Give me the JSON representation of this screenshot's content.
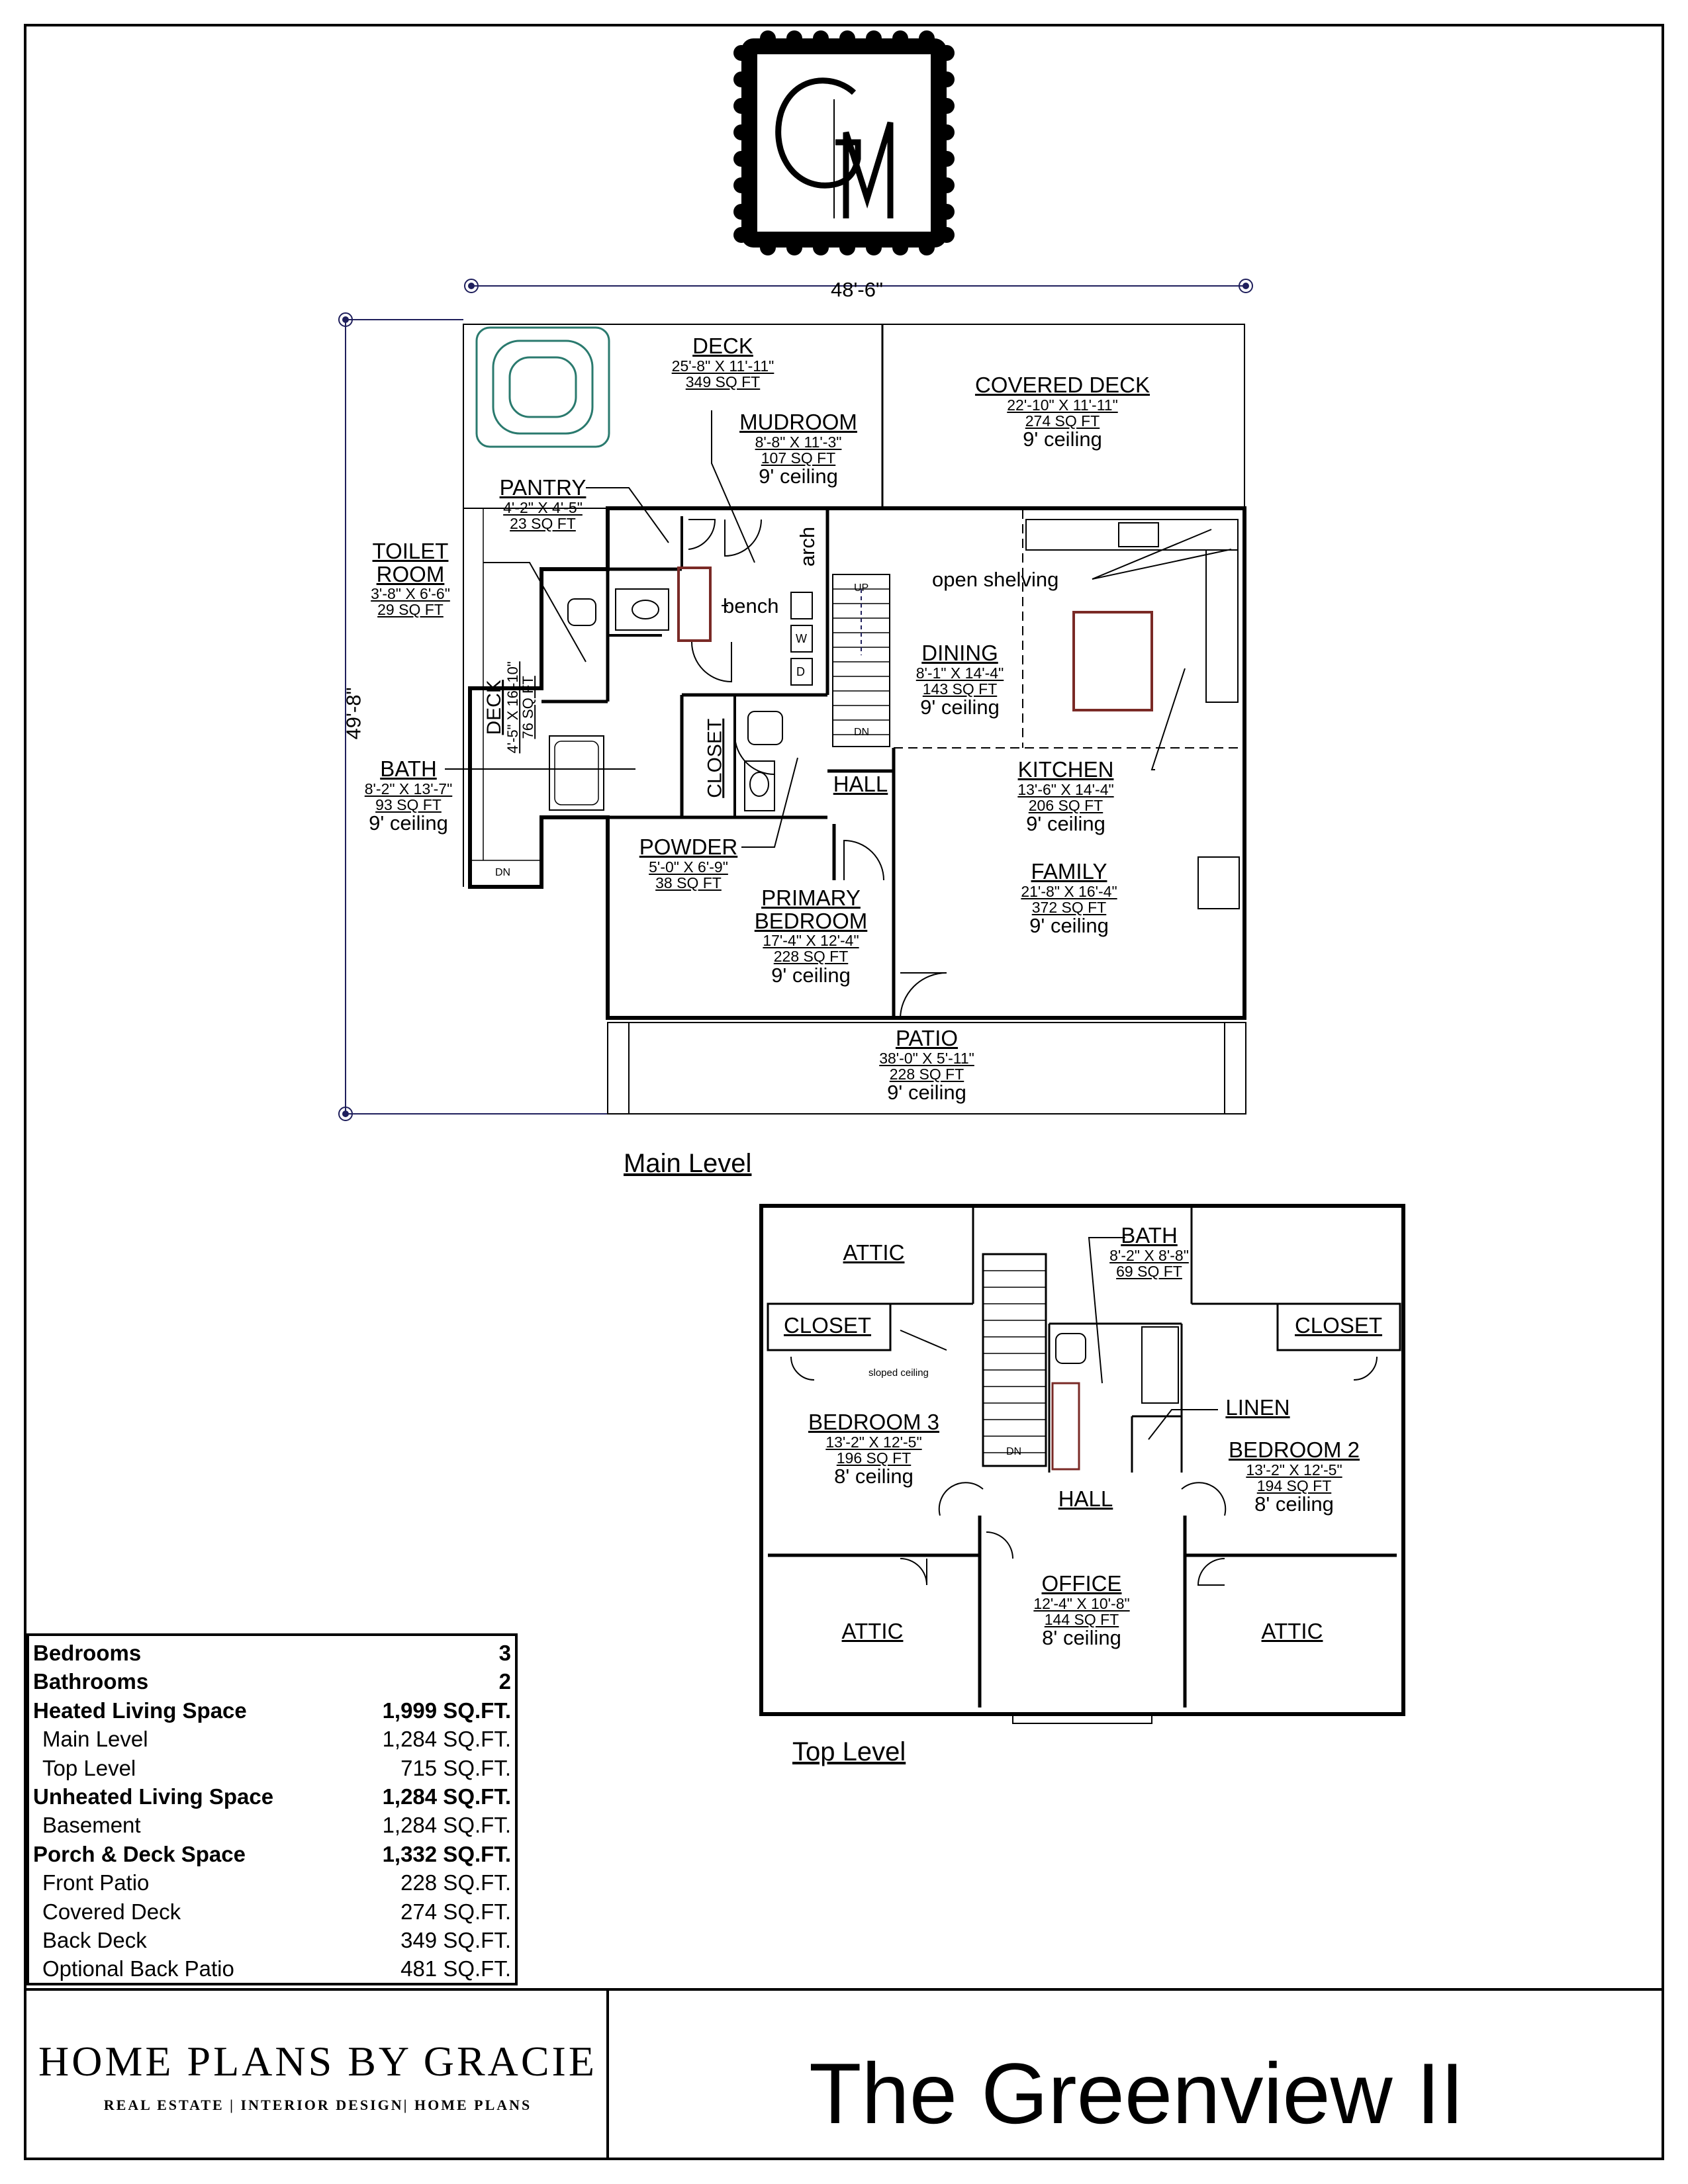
{
  "logo": {
    "monogram": "GM"
  },
  "main_level": {
    "title": "Main Level",
    "width_dim": "48'-6\"",
    "depth_dim": "49'-8\"",
    "rooms": {
      "deck": {
        "name": "DECK",
        "dims": "25'-8\" X 11'-11\"",
        "area": "349 SQ FT"
      },
      "covered_deck": {
        "name": "COVERED DECK",
        "dims": "22'-10\" X 11'-11\"",
        "area": "274 SQ FT",
        "ceiling": "9' ceiling"
      },
      "mudroom": {
        "name": "MUDROOM",
        "dims": "8'-8\" X 11'-3\"",
        "area": "107 SQ FT",
        "ceiling": "9' ceiling"
      },
      "pantry": {
        "name": "PANTRY",
        "dims": "4'-2\" X 4'-5\"",
        "area": "23 SQ FT"
      },
      "toilet_room": {
        "name_1": "TOILET",
        "name_2": "ROOM",
        "dims": "3'-8\" X 6'-6\"",
        "area": "29 SQ FT"
      },
      "side_deck": {
        "name": "DECK",
        "dims": "4'-5\" X 16'-10\"",
        "area": "76 SQ FT"
      },
      "bath": {
        "name": "BATH",
        "dims": "8'-2\" X 13'-7\"",
        "area": "93 SQ FT",
        "ceiling": "9' ceiling"
      },
      "dining": {
        "name": "DINING",
        "dims": "8'-1\" X 14'-4\"",
        "area": "143 SQ FT",
        "ceiling": "9' ceiling"
      },
      "kitchen": {
        "name": "KITCHEN",
        "dims": "13'-6\" X 14'-4\"",
        "area": "206 SQ FT",
        "ceiling": "9' ceiling"
      },
      "family": {
        "name": "FAMILY",
        "dims": "21'-8\" X 16'-4\"",
        "area": "372 SQ FT",
        "ceiling": "9' ceiling"
      },
      "powder": {
        "name": "POWDER",
        "dims": "5'-0\" X 6'-9\"",
        "area": "38 SQ FT"
      },
      "primary_bedroom": {
        "name_1": "PRIMARY",
        "name_2": "BEDROOM",
        "dims": "17'-4\" X 12'-4\"",
        "area": "228 SQ FT",
        "ceiling": "9' ceiling"
      },
      "patio": {
        "name": "PATIO",
        "dims": "38'-0\" X 5'-11\"",
        "area": "228 SQ FT",
        "ceiling": "9' ceiling"
      },
      "closet": {
        "name": "CLOSET"
      },
      "hall": {
        "name": "HALL"
      }
    },
    "notes": {
      "open_shelving": "open shelving",
      "bench": "bench",
      "arch": "arch",
      "stair_up": "UP",
      "stair_dn": "DN",
      "deck_dn": "DN",
      "washer": "W",
      "dryer": "D"
    }
  },
  "top_level": {
    "title": "Top Level",
    "rooms": {
      "attic_top": {
        "name": "ATTIC"
      },
      "closet_left": {
        "name": "CLOSET"
      },
      "closet_right": {
        "name": "CLOSET"
      },
      "bath": {
        "name": "BATH",
        "dims": "8'-2\" X 8'-8\"",
        "area": "69 SQ FT"
      },
      "linen": {
        "name": "LINEN"
      },
      "bedroom3": {
        "name": "BEDROOM 3",
        "dims": "13'-2\" X 12'-5\"",
        "area": "196 SQ FT",
        "ceiling": "8' ceiling"
      },
      "bedroom2": {
        "name": "BEDROOM 2",
        "dims": "13'-2\" X 12'-5\"",
        "area": "194 SQ FT",
        "ceiling": "8' ceiling"
      },
      "hall": {
        "name": "HALL"
      },
      "office": {
        "name": "OFFICE",
        "dims": "12'-4\" X 10'-8\"",
        "area": "144 SQ FT",
        "ceiling": "8' ceiling"
      },
      "attic_left": {
        "name": "ATTIC"
      },
      "attic_right": {
        "name": "ATTIC"
      }
    },
    "notes": {
      "sloped_ceiling": "sloped ceiling",
      "stair_dn": "DN"
    }
  },
  "stats": [
    {
      "label": "Bedrooms",
      "value": "3",
      "style": "bold"
    },
    {
      "label": "Bathrooms",
      "value": "2",
      "style": "bold"
    },
    {
      "label": "Heated Living Space",
      "value": "1,999 SQ.FT.",
      "style": "bold"
    },
    {
      "label": "Main Level",
      "value": "1,284 SQ.FT.",
      "style": "indent"
    },
    {
      "label": "Top Level",
      "value": "715 SQ.FT.",
      "style": "indent"
    },
    {
      "label": "Unheated Living Space",
      "value": "1,284 SQ.FT.",
      "style": "bold"
    },
    {
      "label": "Basement",
      "value": "1,284 SQ.FT.",
      "style": "indent"
    },
    {
      "label": "Porch & Deck Space",
      "value": "1,332 SQ.FT.",
      "style": "bold"
    },
    {
      "label": "Front Patio",
      "value": "228 SQ.FT.",
      "style": "indent"
    },
    {
      "label": "Covered Deck",
      "value": "274 SQ.FT.",
      "style": "indent"
    },
    {
      "label": "Back Deck",
      "value": "349 SQ.FT.",
      "style": "indent"
    },
    {
      "label": "Optional Back Patio",
      "value": "481 SQ.FT.",
      "style": "indent"
    }
  ],
  "footer": {
    "brand": "HOME PLANS BY GRACIE",
    "tagline": "REAL ESTATE | INTERIOR DESIGN| HOME PLANS",
    "plan_name": "The Greenview II"
  },
  "colors": {
    "line": "#000000",
    "dimension": "#1f1f5c",
    "fixture_brown": "#7a2a26",
    "tub_teal": "#2a7a6e"
  }
}
